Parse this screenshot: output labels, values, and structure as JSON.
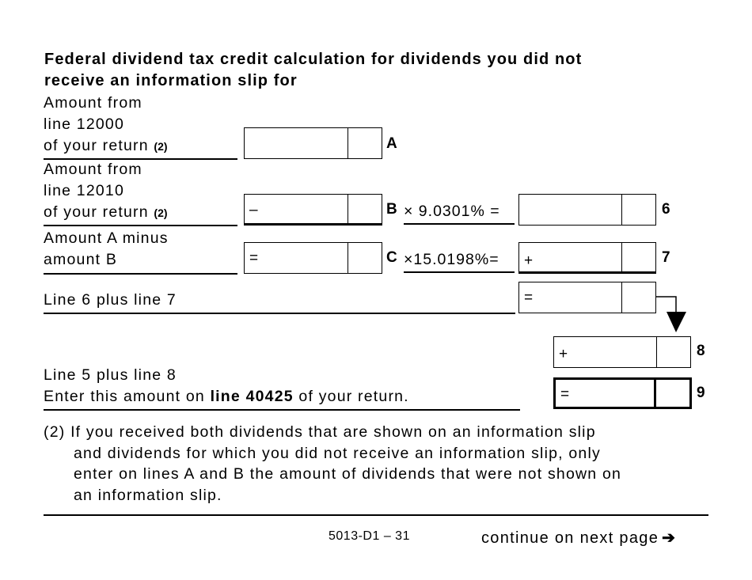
{
  "title": "Federal dividend tax credit calculation for dividends you did not receive an information slip for",
  "title_line1": "Federal dividend tax credit calculation for dividends you did not",
  "title_line2": "receive an information slip for",
  "rows": {
    "a": {
      "label1": "Amount from",
      "label2": "line 12000",
      "label3": "of your return",
      "note": "(2)",
      "tag": "A",
      "sign": ""
    },
    "b": {
      "label1": "Amount from",
      "label2": "line 12010",
      "label3": "of your return",
      "note": "(2)",
      "tag": "B",
      "sign": "–",
      "rate": "× 9.0301% =",
      "line": "6"
    },
    "c": {
      "label1": "Amount A minus",
      "label2": "amount B",
      "tag": "C",
      "sign": "=",
      "rate": "×15.0198%=",
      "result_sign": "+",
      "line": "7"
    },
    "line8calc": {
      "label": "Line 6 plus line 7",
      "sign": "="
    },
    "line8": {
      "sign": "+",
      "line": "8"
    },
    "line9": {
      "label1": "Line 5 plus line 8",
      "label2_pre": "Enter this amount on ",
      "label2_bold": "line 40425",
      "label2_post": " of your return.",
      "sign": "=",
      "line": "9"
    }
  },
  "footnote": {
    "marker": "(2)",
    "line1": "If you received both dividends that are shown on an information slip",
    "line2": "and dividends for which you did not receive an information slip, only",
    "line3": "enter on lines A and B the amount of dividends that were not shown on",
    "line4": "an information slip."
  },
  "footer": {
    "page": "5013-D1 – 31",
    "continue": "continue on next page",
    "arrow_icon": "➔"
  }
}
